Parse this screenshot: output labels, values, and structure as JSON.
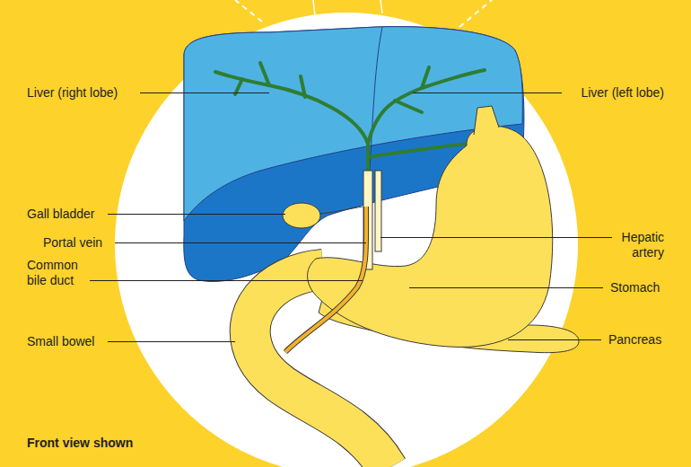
{
  "diagram": {
    "caption": "Front view shown",
    "labels": [
      "Liver (right lobe)",
      "Liver (left lobe)",
      "Gall bladder",
      "Portal vein",
      "Common bile duct",
      "Hepatic artery",
      "Stomach",
      "Small bowel",
      "Pancreas"
    ]
  }
}
